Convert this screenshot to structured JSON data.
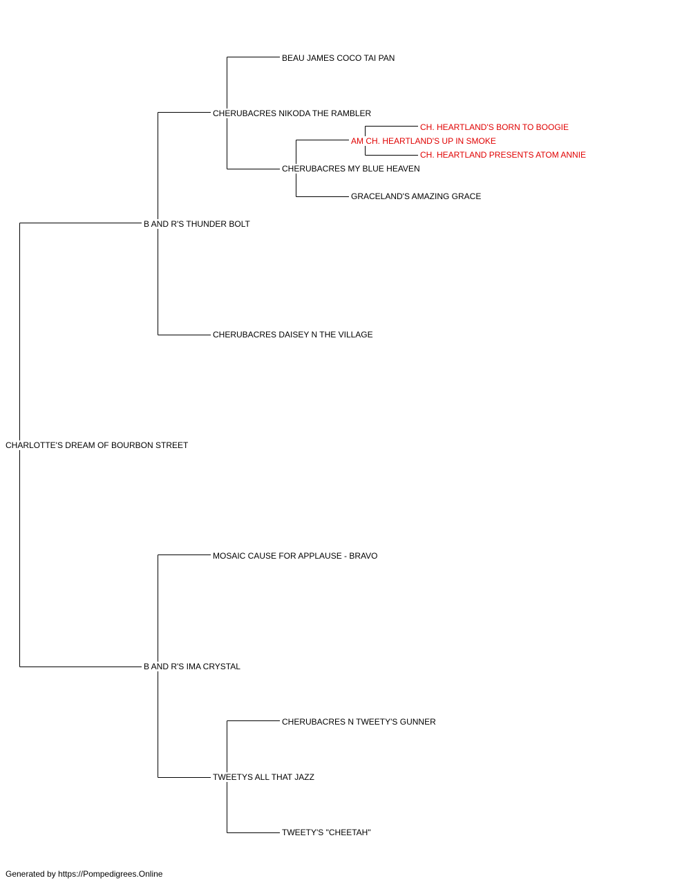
{
  "pedigree": {
    "subject": "CHARLOTTE'S DREAM OF BOURBON STREET",
    "sire": "B AND R'S THUNDER BOLT",
    "sire_sire": "CHERUBACRES NIKODA THE RAMBLER",
    "sire_sire_sire": "BEAU JAMES COCO TAI PAN",
    "sire_sire_dam": "CHERUBACRES MY BLUE HEAVEN",
    "sire_sire_dam_sire": "AM CH. HEARTLAND'S UP IN SMOKE",
    "sire_sire_dam_sire_sire": "CH. HEARTLAND'S BORN TO BOOGIE",
    "sire_sire_dam_sire_dam": "CH. HEARTLAND PRESENTS ATOM ANNIE",
    "sire_sire_dam_dam": "GRACELAND'S AMAZING GRACE",
    "sire_dam": "CHERUBACRES DAISEY N THE VILLAGE",
    "dam": "B AND R'S IMA CRYSTAL",
    "dam_sire": "MOSAIC CAUSE FOR APPLAUSE - BRAVO",
    "dam_dam": "TWEETYS ALL THAT JAZZ",
    "dam_dam_sire": "CHERUBACRES N TWEETY'S GUNNER",
    "dam_dam_dam": "TWEETY'S \"CHEETAH\""
  },
  "colors": {
    "line": "#000000",
    "titled": "#e00000"
  },
  "footer": "Generated by https://Pompedigrees.Online"
}
